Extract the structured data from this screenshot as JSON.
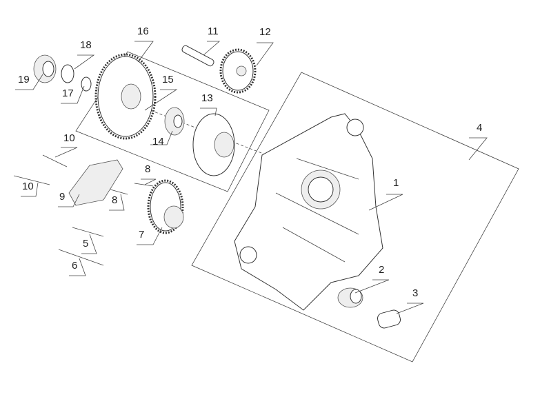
{
  "diagram": {
    "callouts": [
      {
        "id": "1",
        "text": "1"
      },
      {
        "id": "2",
        "text": "2"
      },
      {
        "id": "3",
        "text": "3"
      },
      {
        "id": "4",
        "text": "4"
      },
      {
        "id": "5",
        "text": "5"
      },
      {
        "id": "6",
        "text": "6"
      },
      {
        "id": "7",
        "text": "7"
      },
      {
        "id": "8a",
        "text": "8"
      },
      {
        "id": "8b",
        "text": "8"
      },
      {
        "id": "9",
        "text": "9"
      },
      {
        "id": "10a",
        "text": "10"
      },
      {
        "id": "10b",
        "text": "10"
      },
      {
        "id": "11",
        "text": "11"
      },
      {
        "id": "12",
        "text": "12"
      },
      {
        "id": "13",
        "text": "13"
      },
      {
        "id": "14",
        "text": "14"
      },
      {
        "id": "15",
        "text": "15"
      },
      {
        "id": "16",
        "text": "16"
      },
      {
        "id": "17",
        "text": "17"
      },
      {
        "id": "18",
        "text": "18"
      },
      {
        "id": "19",
        "text": "19"
      }
    ]
  }
}
